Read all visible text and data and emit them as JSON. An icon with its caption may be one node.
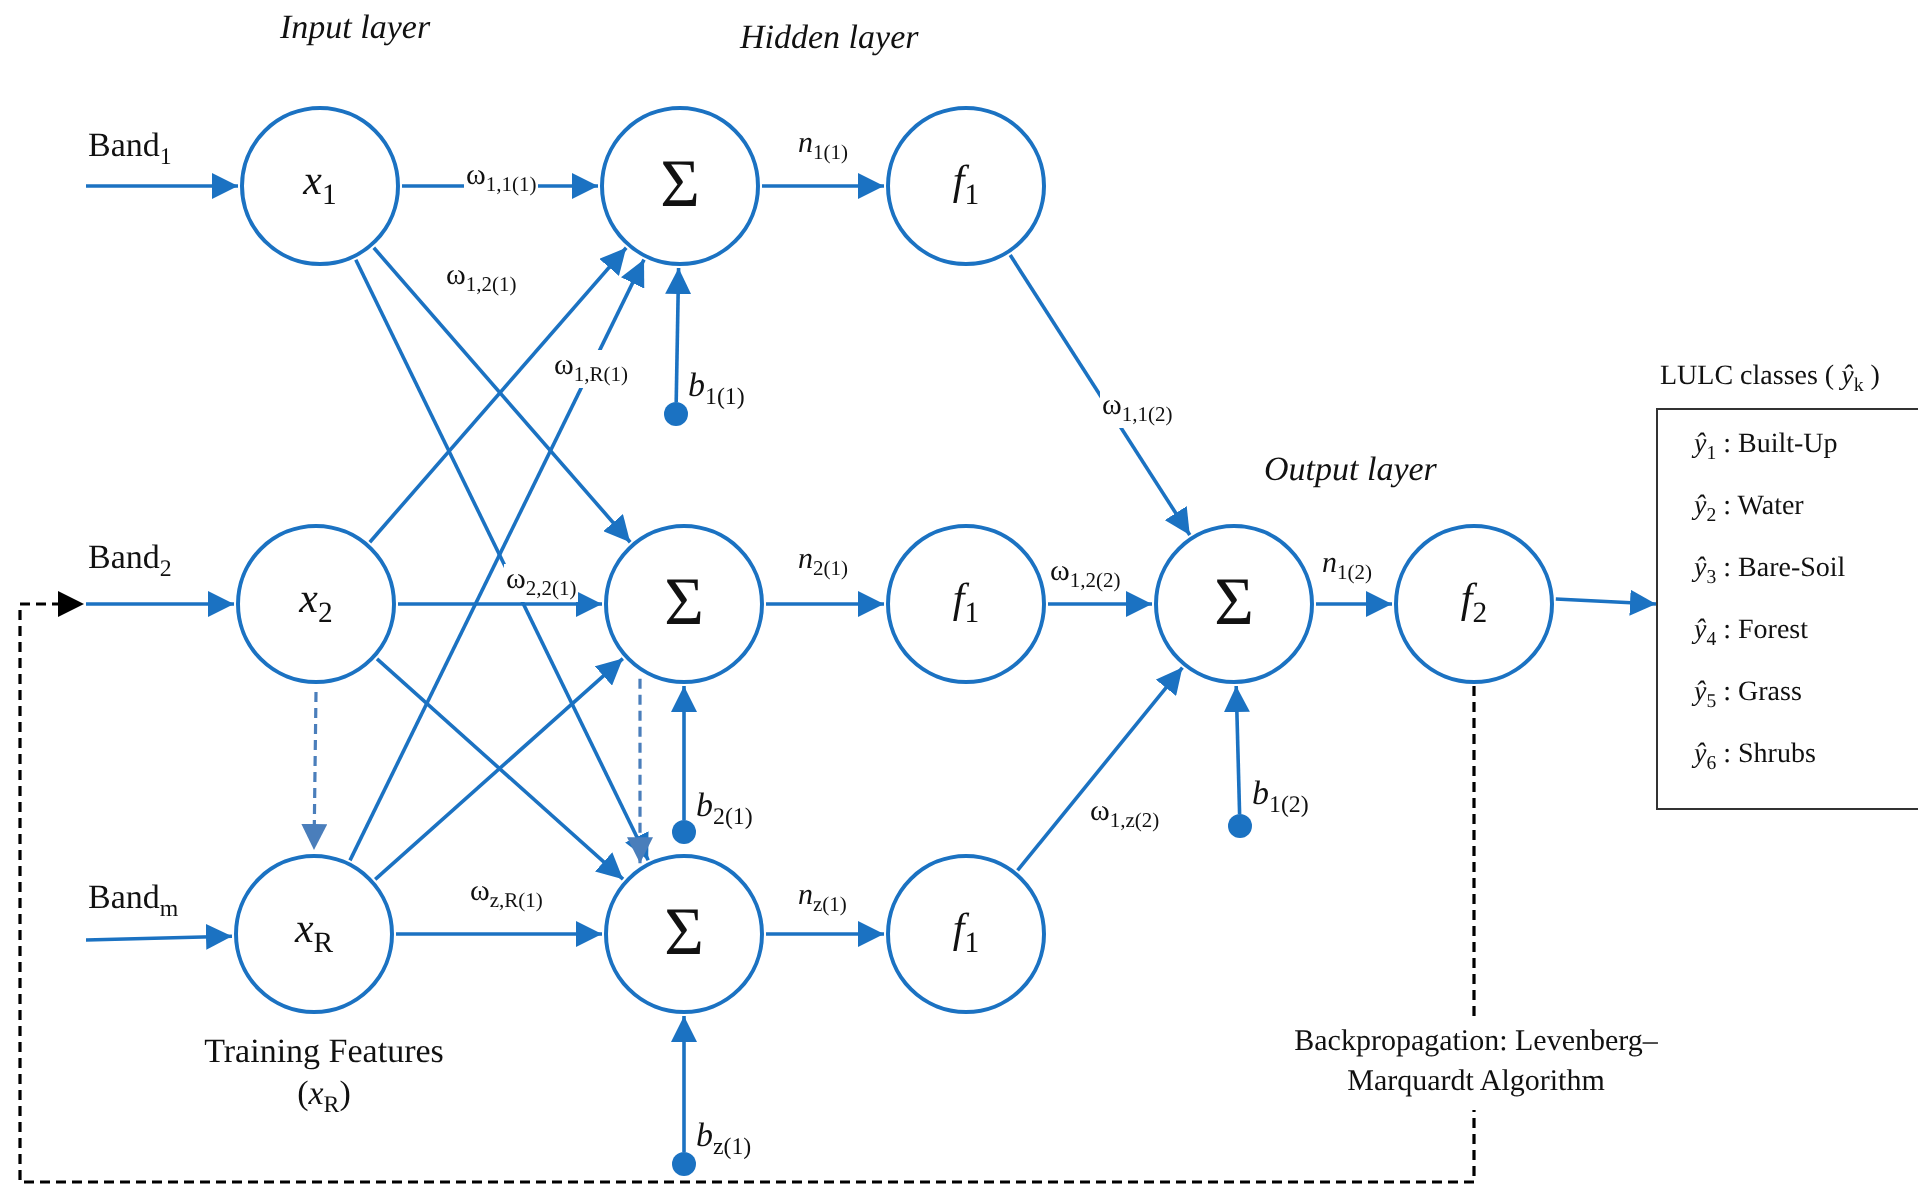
{
  "diagram": {
    "nodes": [
      {
        "text": [
          "*x*$_{1}$"
        ]
      },
      {
        "text": [
          "*x*$_{2}$"
        ]
      },
      {
        "text": [
          "*x*$_{R}$"
        ],
        "beside": [
          "Training Features (*x*$_{R}$)"
        ]
      },
      {
        "text": [
          "Σ"
        ]
      },
      {
        "text": [
          "Σ"
        ]
      },
      {
        "text": [
          "Σ"
        ]
      },
      {
        "text": [
          "*f*$_{1}$"
        ]
      },
      {
        "text": [
          "*f*$_{1}$"
        ]
      },
      {
        "text": [
          "*f*$_{1}$"
        ]
      },
      {
        "text": [
          "Σ"
        ]
      },
      {
        "text": [
          "*f*$_{2}$"
        ]
      },
      {
        "text": [
          "LULC classes ( *ŷ*$_{k}$ )",
          "*ŷ*$_{1}$ : Built-Up",
          "*ŷ*$_{2}$ : Water",
          "*ŷ*$_{3}$ : Bare-Soil",
          "*ŷ*$_{4}$ : Forest",
          "*ŷ*$_{5}$ : Grass",
          "*ŷ*$_{6}$ : Shrubs"
        ]
      },
      {
        "text": [],
        "shape": "circle",
        "beside": [
          "*b*$_{1(1)}$"
        ]
      },
      {
        "text": [],
        "shape": "circle",
        "beside": [
          "*b*$_{2(1)}$"
        ]
      },
      {
        "text": [],
        "shape": "circle",
        "beside": [
          "*b*$_{z(1)}$"
        ]
      },
      {
        "text": [],
        "shape": "circle",
        "beside": [
          "*b*$_{1(2)}$"
        ]
      },
      {
        "text": [
          "Band$_{1}$"
        ]
      },
      {
        "text": [
          "Band$_{2}$"
        ]
      },
      {
        "text": [
          "Band$_{m}$"
        ]
      }
    ],
    "edges": [
      {
        "from": 16,
        "to": 0,
        "arrow": "to"
      },
      {
        "from": 17,
        "to": 1,
        "arrow": "to"
      },
      {
        "from": 18,
        "to": 2,
        "arrow": "to"
      },
      {
        "from": 0,
        "to": 3,
        "arrow": "to",
        "label": "ω$_{1,1(1)}$"
      },
      {
        "from": 0,
        "to": 4,
        "arrow": "to"
      },
      {
        "from": 0,
        "to": 5,
        "arrow": "to"
      },
      {
        "from": 1,
        "to": 3,
        "arrow": "to"
      },
      {
        "from": 1,
        "to": 4,
        "arrow": "to",
        "label": "ω$_{2,2(1)}$"
      },
      {
        "from": 1,
        "to": 5,
        "arrow": "to"
      },
      {
        "from": 2,
        "to": 3,
        "arrow": "to"
      },
      {
        "from": 2,
        "to": 4,
        "arrow": "to"
      },
      {
        "from": 2,
        "to": 5,
        "arrow": "to",
        "label": "ω$_{z,R(1)}$"
      },
      {
        "from": 1,
        "to": 2,
        "arrow": "to",
        "style": "dashed",
        "color": "#4a7ebb"
      },
      {
        "from": 4,
        "to": 5,
        "arrow": "to",
        "style": "dashed",
        "color": "#4a7ebb"
      },
      {
        "from": 12,
        "to": 3,
        "arrow": "to"
      },
      {
        "from": 13,
        "to": 4,
        "arrow": "to"
      },
      {
        "from": 14,
        "to": 5,
        "arrow": "to"
      },
      {
        "from": 3,
        "to": 6,
        "arrow": "to",
        "label": "*n*$_{1(1)}$"
      },
      {
        "from": 4,
        "to": 7,
        "arrow": "to",
        "label": "*n*$_{2(1)}$"
      },
      {
        "from": 5,
        "to": 8,
        "arrow": "to",
        "label": "*n*$_{z(1)}$"
      },
      {
        "from": 6,
        "to": 9,
        "arrow": "to",
        "label": "ω$_{1,1(2)}$"
      },
      {
        "from": 7,
        "to": 9,
        "arrow": "to",
        "label": "ω$_{1,2(2)}$"
      },
      {
        "from": 8,
        "to": 9,
        "arrow": "to",
        "label": "ω$_{1,z(2)}$"
      },
      {
        "from": 15,
        "to": 9,
        "arrow": "to"
      },
      {
        "from": 9,
        "to": 10,
        "arrow": "to",
        "label": "*n*$_{1(2)}$"
      },
      {
        "from": 10,
        "to": 11,
        "arrow": "to"
      },
      {
        "from": 10,
        "to": 17,
        "arrow": "to",
        "style": "dashed",
        "color": "#000000",
        "label": "Backpropagation: Levenberg–Marquardt Algorithm"
      }
    ],
    "labels": [
      "Input layer",
      "Hidden layer",
      "ω$_{1,2(1)}$",
      "ω$_{1,R(1)}$",
      "Output layer"
    ]
  }
}
